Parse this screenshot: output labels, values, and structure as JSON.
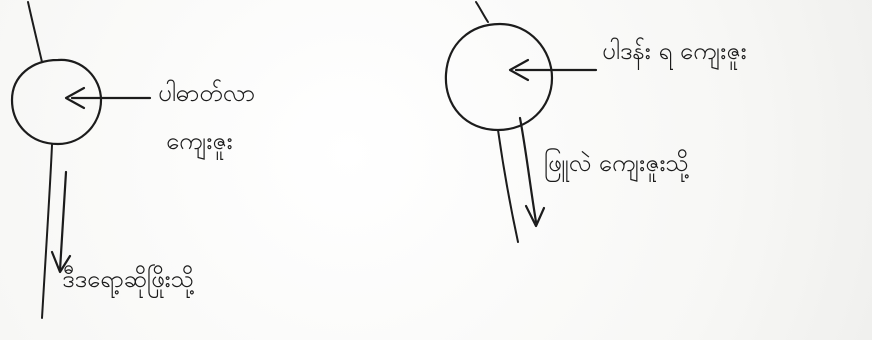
{
  "left_diagram": {
    "label_arrow": "ပါဓာတ်လာ",
    "label_arrow_line2": "ကျေးဇူး",
    "label_bottom": "ဒီဒရော့ဆိုဖြိုးသို့"
  },
  "right_diagram": {
    "label_arrow": "ပါဒန်း ရ ကျေးဇူး",
    "label_side": "ဖြူလဲ ကျေးဇူးသို့"
  }
}
